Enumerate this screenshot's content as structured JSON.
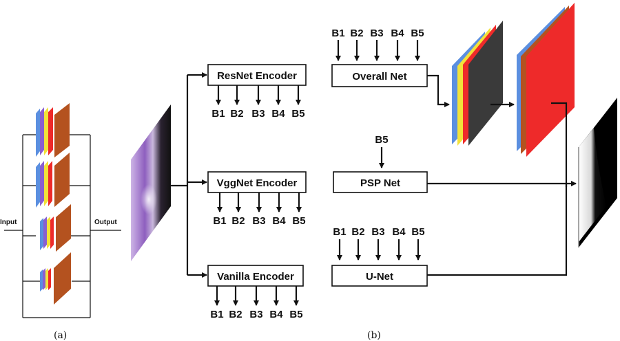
{
  "panel_a": {
    "input_label": "Input",
    "output_label": "Output",
    "caption": "(a)"
  },
  "panel_b": {
    "caption": "(b)",
    "encoders": [
      {
        "name": "ResNet Encoder",
        "branches": [
          "B1",
          "B2",
          "B3",
          "B4",
          "B5"
        ]
      },
      {
        "name": "VggNet Encoder",
        "branches": [
          "B1",
          "B2",
          "B3",
          "B4",
          "B5"
        ]
      },
      {
        "name": "Vanilla Encoder",
        "branches": [
          "B1",
          "B2",
          "B3",
          "B4",
          "B5"
        ]
      }
    ],
    "overall_net": {
      "name": "Overall Net",
      "inputs": [
        "B1",
        "B2",
        "B3",
        "B4",
        "B5"
      ]
    },
    "psp_net": {
      "name": "PSP Net",
      "input": "B5"
    },
    "u_net": {
      "name": "U-Net",
      "inputs": [
        "B1",
        "B2",
        "B3",
        "B4",
        "B5"
      ]
    }
  },
  "colors": {
    "layer_blue": "#5b8fe0",
    "layer_purple": "#8a5fd0",
    "layer_yellow": "#f2e23a",
    "layer_red": "#ee2a2a",
    "layer_brown": "#b4521f",
    "layer_dark": "#3a3a3a"
  }
}
